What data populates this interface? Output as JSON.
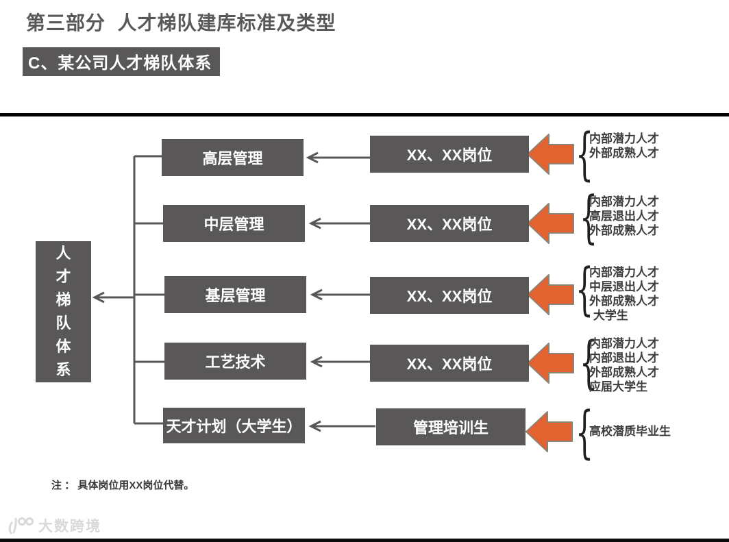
{
  "header": {
    "title": "第三部分  人才梯队建库标准及类型",
    "subtitle": "C、某公司人才梯队体系"
  },
  "diagram": {
    "root_label": "人才梯队体系",
    "rows": [
      {
        "level": "高层管理",
        "position": "XX、XX岗位",
        "sources": [
          "内部潜力人才",
          "外部成熟人才"
        ]
      },
      {
        "level": "中层管理",
        "position": "XX、XX岗位",
        "sources": [
          "内部潜力人才",
          "高层退出人才",
          "外部成熟人才"
        ]
      },
      {
        "level": "基层管理",
        "position": "XX、XX岗位",
        "sources": [
          "内部潜力人才",
          "中层退出人才",
          "外部成熟人才",
          " 大学生"
        ]
      },
      {
        "level": "工艺技术",
        "position": "XX、XX岗位",
        "sources": [
          "内部潜力人才",
          "内部退出人才",
          "外部成熟人才",
          "应届大学生"
        ]
      },
      {
        "level": "天才计划（大学生）",
        "position": "管理培训生",
        "sources": [
          "高校潜质毕业生"
        ]
      }
    ]
  },
  "note": "注 ： 具体岗位用XX岗位代替。",
  "watermark": "大数跨境",
  "colors": {
    "box_gray": "#595757",
    "arrow_orange": "#e2632f",
    "line_black": "#000000"
  }
}
